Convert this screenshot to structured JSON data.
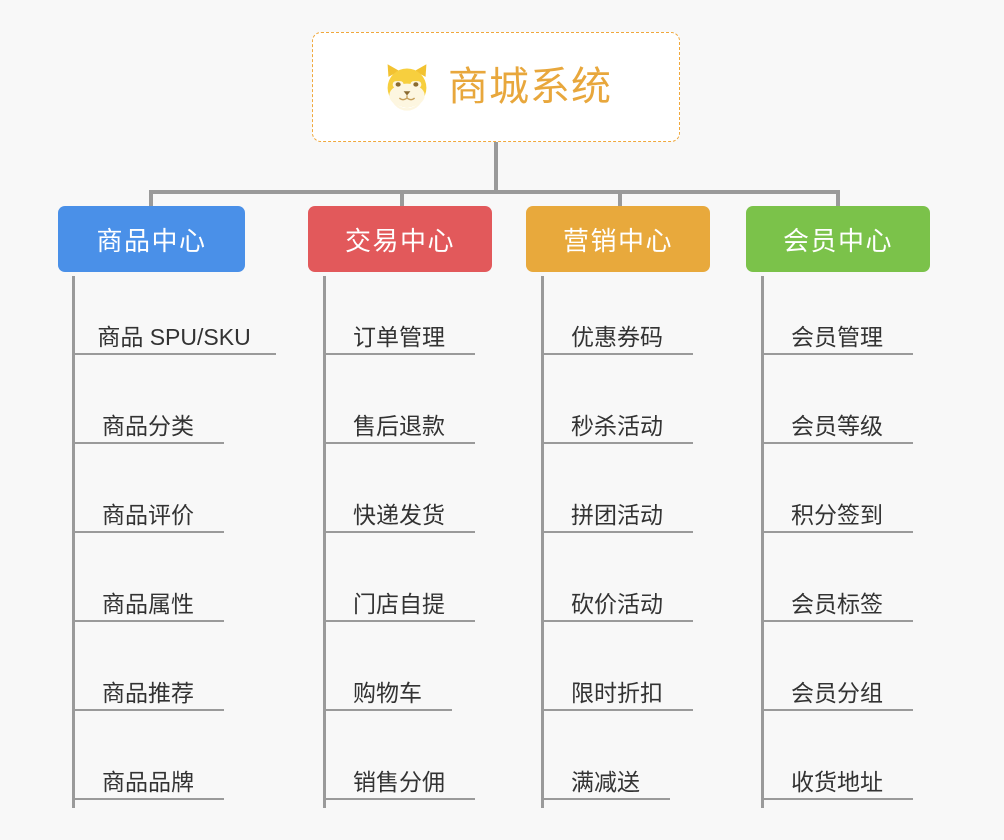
{
  "diagram": {
    "type": "mind-map-tree",
    "background_color": "#f8f8f8",
    "connector_color": "#9a9a9a",
    "root": {
      "title": "商城系统",
      "icon": "shiba-dog-face-icon",
      "text_color": "#e8a73c",
      "border_color": "#f0a83c",
      "background_color": "#ffffff"
    },
    "branches": [
      {
        "label": "商品中心",
        "color": "#4a90e8",
        "items": [
          "商品 SPU/SKU",
          "商品分类",
          "商品评价",
          "商品属性",
          "商品推荐",
          "商品品牌"
        ]
      },
      {
        "label": "交易中心",
        "color": "#e2595b",
        "items": [
          "订单管理",
          "售后退款",
          "快递发货",
          "门店自提",
          "购物车",
          "销售分佣"
        ]
      },
      {
        "label": "营销中心",
        "color": "#e8a93c",
        "items": [
          "优惠券码",
          "秒杀活动",
          "拼团活动",
          "砍价活动",
          "限时折扣",
          "满减送"
        ]
      },
      {
        "label": "会员中心",
        "color": "#7bc24a",
        "items": [
          "会员管理",
          "会员等级",
          "积分签到",
          "会员标签",
          "会员分组",
          "收货地址"
        ]
      }
    ]
  }
}
